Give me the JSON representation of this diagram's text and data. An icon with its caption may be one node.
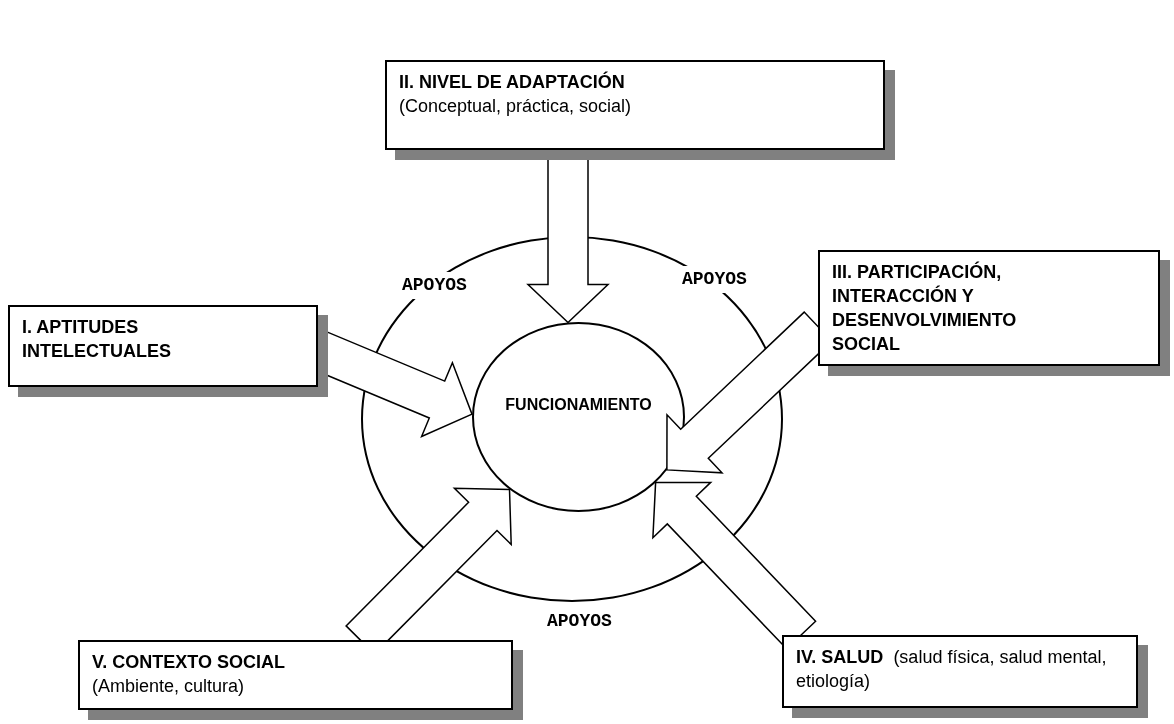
{
  "diagram": {
    "nodes": [
      {
        "text": [
          "II. NIVEL DE ADAPTACIÓN",
          "(Conceptual, práctica, social)"
        ]
      },
      {
        "text": [
          "III.  PARTICIPACIÓN, INTERACCIÓN Y DESENVOLVIMIENTO SOCIAL"
        ]
      },
      {
        "text": [
          "I. APTITUDES INTELECTUALES"
        ]
      },
      {
        "text": [],
        "shape": "circle"
      },
      {
        "text": [
          "FUNCIONAMIENTO"
        ],
        "in": 3
      },
      {
        "text": [
          "V. CONTEXTO SOCIAL",
          "(Ambiente, cultura)"
        ]
      },
      {
        "text": [
          "IV. SALUD",
          "(salud física, salud mental, etiología)"
        ]
      }
    ],
    "edges": [
      {
        "from": 0,
        "to": 4,
        "arrow": "to"
      },
      {
        "from": 1,
        "to": 4,
        "arrow": "to"
      },
      {
        "from": 2,
        "to": 4,
        "arrow": "to"
      },
      {
        "from": 5,
        "to": 4,
        "arrow": "to"
      },
      {
        "from": 6,
        "to": 4,
        "arrow": "to"
      }
    ],
    "labels": [
      "APOYOS",
      "APOYOS",
      "APOYOS"
    ]
  }
}
